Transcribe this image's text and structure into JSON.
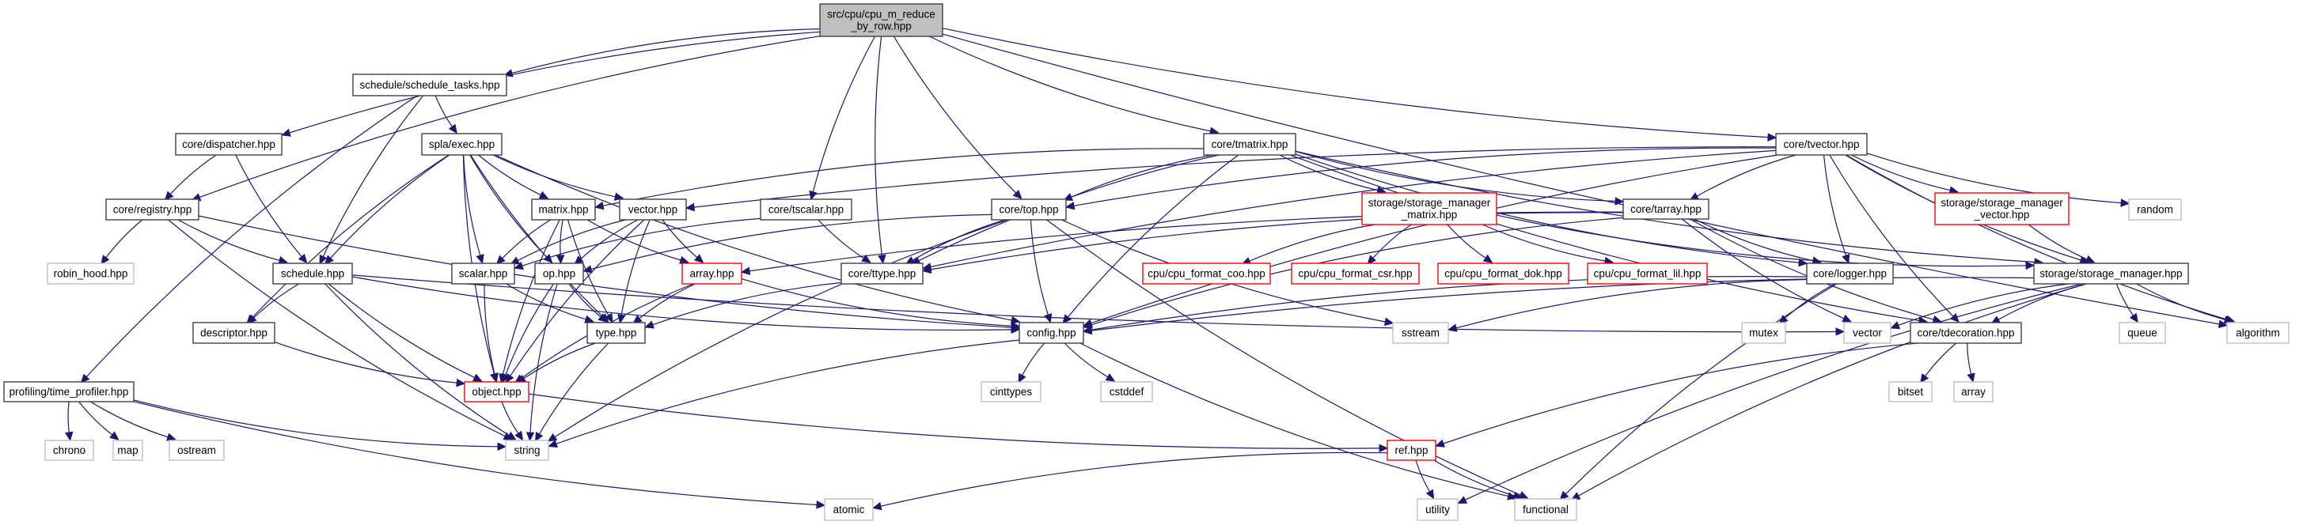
{
  "title": "Include dependency graph for cpu_m_reduce_by_row.hpp",
  "colors": {
    "edge": "#191970",
    "root_fill": "#bfbfbf",
    "documented_border": "#404040",
    "incomplete_border": "#ff0000",
    "external_border": "#bfbfbf"
  },
  "nodes": [
    {
      "id": "root",
      "label": [
        "src/cpu/cpu_m_reduce",
        "_by_row.hpp"
      ],
      "kind": "root"
    },
    {
      "id": "schedule_tasks",
      "label": [
        "schedule/schedule_tasks.hpp"
      ],
      "kind": "doc"
    },
    {
      "id": "dispatcher",
      "label": [
        "core/dispatcher.hpp"
      ],
      "kind": "doc"
    },
    {
      "id": "exec",
      "label": [
        "spla/exec.hpp"
      ],
      "kind": "doc"
    },
    {
      "id": "tmatrix",
      "label": [
        "core/tmatrix.hpp"
      ],
      "kind": "doc"
    },
    {
      "id": "tvector",
      "label": [
        "core/tvector.hpp"
      ],
      "kind": "doc"
    },
    {
      "id": "registry",
      "label": [
        "core/registry.hpp"
      ],
      "kind": "doc"
    },
    {
      "id": "matrix",
      "label": [
        "matrix.hpp"
      ],
      "kind": "doc"
    },
    {
      "id": "vector_hpp",
      "label": [
        "vector.hpp"
      ],
      "kind": "doc"
    },
    {
      "id": "tscalar",
      "label": [
        "core/tscalar.hpp"
      ],
      "kind": "doc"
    },
    {
      "id": "top",
      "label": [
        "core/top.hpp"
      ],
      "kind": "doc"
    },
    {
      "id": "ssm_matrix",
      "label": [
        "storage/storage_manager",
        "_matrix.hpp"
      ],
      "kind": "red"
    },
    {
      "id": "tarray",
      "label": [
        "core/tarray.hpp"
      ],
      "kind": "doc"
    },
    {
      "id": "ssm_vector",
      "label": [
        "storage/storage_manager",
        "_vector.hpp"
      ],
      "kind": "red"
    },
    {
      "id": "random",
      "label": [
        "random"
      ],
      "kind": "ext"
    },
    {
      "id": "robin_hood",
      "label": [
        "robin_hood.hpp"
      ],
      "kind": "ext"
    },
    {
      "id": "schedule",
      "label": [
        "schedule.hpp"
      ],
      "kind": "doc"
    },
    {
      "id": "scalar",
      "label": [
        "scalar.hpp"
      ],
      "kind": "doc"
    },
    {
      "id": "op",
      "label": [
        "op.hpp"
      ],
      "kind": "doc"
    },
    {
      "id": "array_hpp",
      "label": [
        "array.hpp"
      ],
      "kind": "red"
    },
    {
      "id": "ttype",
      "label": [
        "core/ttype.hpp"
      ],
      "kind": "doc"
    },
    {
      "id": "coo",
      "label": [
        "cpu/cpu_format_coo.hpp"
      ],
      "kind": "red"
    },
    {
      "id": "csr",
      "label": [
        "cpu/cpu_format_csr.hpp"
      ],
      "kind": "red"
    },
    {
      "id": "dok",
      "label": [
        "cpu/cpu_format_dok.hpp"
      ],
      "kind": "red"
    },
    {
      "id": "lil",
      "label": [
        "cpu/cpu_format_lil.hpp"
      ],
      "kind": "red"
    },
    {
      "id": "logger",
      "label": [
        "core/logger.hpp"
      ],
      "kind": "doc"
    },
    {
      "id": "storage_manager",
      "label": [
        "storage/storage_manager.hpp"
      ],
      "kind": "doc"
    },
    {
      "id": "descriptor",
      "label": [
        "descriptor.hpp"
      ],
      "kind": "doc"
    },
    {
      "id": "type",
      "label": [
        "type.hpp"
      ],
      "kind": "doc"
    },
    {
      "id": "config",
      "label": [
        "config.hpp"
      ],
      "kind": "doc"
    },
    {
      "id": "sstream",
      "label": [
        "sstream"
      ],
      "kind": "ext"
    },
    {
      "id": "mutex",
      "label": [
        "mutex"
      ],
      "kind": "ext"
    },
    {
      "id": "std_vector",
      "label": [
        "vector"
      ],
      "kind": "ext"
    },
    {
      "id": "tdecoration",
      "label": [
        "core/tdecoration.hpp"
      ],
      "kind": "doc"
    },
    {
      "id": "queue",
      "label": [
        "queue"
      ],
      "kind": "ext"
    },
    {
      "id": "algorithm",
      "label": [
        "algorithm"
      ],
      "kind": "ext"
    },
    {
      "id": "profiler",
      "label": [
        "profiling/time_profiler.hpp"
      ],
      "kind": "doc"
    },
    {
      "id": "object",
      "label": [
        "object.hpp"
      ],
      "kind": "red"
    },
    {
      "id": "cinttypes",
      "label": [
        "cinttypes"
      ],
      "kind": "ext"
    },
    {
      "id": "cstddef",
      "label": [
        "cstddef"
      ],
      "kind": "ext"
    },
    {
      "id": "bitset",
      "label": [
        "bitset"
      ],
      "kind": "ext"
    },
    {
      "id": "std_array",
      "label": [
        "array"
      ],
      "kind": "ext"
    },
    {
      "id": "chrono",
      "label": [
        "chrono"
      ],
      "kind": "ext"
    },
    {
      "id": "map",
      "label": [
        "map"
      ],
      "kind": "ext"
    },
    {
      "id": "ostream",
      "label": [
        "ostream"
      ],
      "kind": "ext"
    },
    {
      "id": "string",
      "label": [
        "string"
      ],
      "kind": "ext"
    },
    {
      "id": "ref",
      "label": [
        "ref.hpp"
      ],
      "kind": "red"
    },
    {
      "id": "atomic",
      "label": [
        "atomic"
      ],
      "kind": "ext"
    },
    {
      "id": "utility",
      "label": [
        "utility"
      ],
      "kind": "ext"
    },
    {
      "id": "functional",
      "label": [
        "functional"
      ],
      "kind": "ext"
    }
  ],
  "edges": [
    [
      "root",
      "schedule_tasks"
    ],
    [
      "root",
      "dispatcher"
    ],
    [
      "root",
      "registry"
    ],
    [
      "root",
      "tscalar"
    ],
    [
      "root",
      "ttype"
    ],
    [
      "root",
      "top"
    ],
    [
      "root",
      "tmatrix"
    ],
    [
      "root",
      "tvector"
    ],
    [
      "root",
      "algorithm"
    ],
    [
      "schedule_tasks",
      "profiler"
    ],
    [
      "schedule_tasks",
      "schedule"
    ],
    [
      "schedule_tasks",
      "exec"
    ],
    [
      "dispatcher",
      "registry"
    ],
    [
      "dispatcher",
      "schedule"
    ],
    [
      "registry",
      "robin_hood"
    ],
    [
      "registry",
      "schedule"
    ],
    [
      "registry",
      "string"
    ],
    [
      "registry",
      "config"
    ],
    [
      "exec",
      "schedule"
    ],
    [
      "exec",
      "descriptor"
    ],
    [
      "exec",
      "object"
    ],
    [
      "exec",
      "scalar"
    ],
    [
      "exec",
      "op"
    ],
    [
      "exec",
      "matrix"
    ],
    [
      "exec",
      "vector_hpp"
    ],
    [
      "exec",
      "type"
    ],
    [
      "exec",
      "config"
    ],
    [
      "matrix",
      "scalar"
    ],
    [
      "matrix",
      "op"
    ],
    [
      "matrix",
      "type"
    ],
    [
      "matrix",
      "array_hpp"
    ],
    [
      "matrix",
      "object"
    ],
    [
      "vector_hpp",
      "scalar"
    ],
    [
      "vector_hpp",
      "op"
    ],
    [
      "vector_hpp",
      "type"
    ],
    [
      "vector_hpp",
      "array_hpp"
    ],
    [
      "vector_hpp",
      "object"
    ],
    [
      "tscalar",
      "scalar"
    ],
    [
      "tscalar",
      "ttype"
    ],
    [
      "top",
      "ttype"
    ],
    [
      "top",
      "op"
    ],
    [
      "top",
      "config"
    ],
    [
      "top",
      "string"
    ],
    [
      "top",
      "sstream"
    ],
    [
      "top",
      "functional"
    ],
    [
      "tmatrix",
      "matrix"
    ],
    [
      "tmatrix",
      "ttype"
    ],
    [
      "tmatrix",
      "top"
    ],
    [
      "tmatrix",
      "config"
    ],
    [
      "tmatrix",
      "ssm_matrix"
    ],
    [
      "tmatrix",
      "tarray"
    ],
    [
      "tmatrix",
      "logger"
    ],
    [
      "tmatrix",
      "tdecoration"
    ],
    [
      "tmatrix",
      "storage_manager"
    ],
    [
      "tvector",
      "vector_hpp"
    ],
    [
      "tvector",
      "top"
    ],
    [
      "tvector",
      "ttype"
    ],
    [
      "tvector",
      "tarray"
    ],
    [
      "tvector",
      "logger"
    ],
    [
      "tvector",
      "ssm_vector"
    ],
    [
      "tvector",
      "random"
    ],
    [
      "tvector",
      "storage_manager"
    ],
    [
      "tvector",
      "tdecoration"
    ],
    [
      "tvector",
      "algorithm"
    ],
    [
      "tvector",
      "config"
    ],
    [
      "ssm_matrix",
      "coo"
    ],
    [
      "ssm_matrix",
      "csr"
    ],
    [
      "ssm_matrix",
      "dok"
    ],
    [
      "ssm_matrix",
      "lil"
    ],
    [
      "ssm_matrix",
      "storage_manager"
    ],
    [
      "tarray",
      "array_hpp"
    ],
    [
      "tarray",
      "ttype"
    ],
    [
      "tarray",
      "logger"
    ],
    [
      "tarray",
      "config"
    ],
    [
      "tarray",
      "std_vector"
    ],
    [
      "tarray",
      "tdecoration"
    ],
    [
      "ssm_vector",
      "storage_manager"
    ],
    [
      "schedule",
      "descriptor"
    ],
    [
      "schedule",
      "object"
    ],
    [
      "schedule",
      "string"
    ],
    [
      "schedule",
      "config"
    ],
    [
      "schedule",
      "std_vector"
    ],
    [
      "scalar",
      "object"
    ],
    [
      "scalar",
      "type"
    ],
    [
      "op",
      "object"
    ],
    [
      "op",
      "type"
    ],
    [
      "op",
      "string"
    ],
    [
      "array_hpp",
      "type"
    ],
    [
      "array_hpp",
      "object"
    ],
    [
      "array_hpp",
      "config"
    ],
    [
      "ttype",
      "type"
    ],
    [
      "logger",
      "config"
    ],
    [
      "logger",
      "mutex"
    ],
    [
      "logger",
      "sstream"
    ],
    [
      "logger",
      "functional"
    ],
    [
      "storage_manager",
      "config"
    ],
    [
      "storage_manager",
      "std_vector"
    ],
    [
      "storage_manager",
      "tdecoration"
    ],
    [
      "storage_manager",
      "queue"
    ],
    [
      "storage_manager",
      "algorithm"
    ],
    [
      "storage_manager",
      "utility"
    ],
    [
      "storage_manager",
      "functional"
    ],
    [
      "descriptor",
      "object"
    ],
    [
      "type",
      "object"
    ],
    [
      "type",
      "string"
    ],
    [
      "config",
      "cinttypes"
    ],
    [
      "config",
      "cstddef"
    ],
    [
      "config",
      "string"
    ],
    [
      "config",
      "functional"
    ],
    [
      "tdecoration",
      "bitset"
    ],
    [
      "tdecoration",
      "std_array"
    ],
    [
      "tdecoration",
      "ref"
    ],
    [
      "profiler",
      "chrono"
    ],
    [
      "profiler",
      "map"
    ],
    [
      "profiler",
      "ostream"
    ],
    [
      "profiler",
      "string"
    ],
    [
      "profiler",
      "atomic"
    ],
    [
      "object",
      "string"
    ],
    [
      "object",
      "ref"
    ],
    [
      "ref",
      "utility"
    ],
    [
      "ref",
      "functional"
    ],
    [
      "ref",
      "atomic"
    ]
  ]
}
